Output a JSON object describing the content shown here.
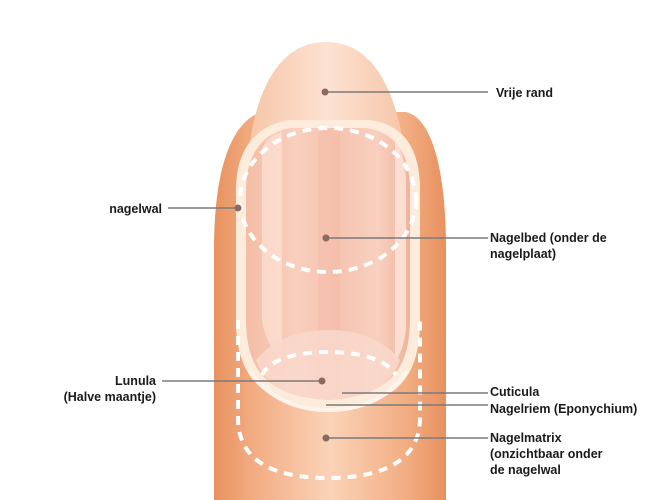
{
  "labels": {
    "vrije_rand": "Vrije rand",
    "nagelwal": "nagelwal",
    "nagelbed_line1": "Nagelbed (onder de",
    "nagelbed_line2": "nagelplaat)",
    "lunula_line1": "Lunula",
    "lunula_line2": "(Halve maantje)",
    "cuticula": "Cuticula",
    "nagelriem": "Nagelriem (Eponychium)",
    "nagelmatrix_line1": "Nagelmatrix",
    "nagelmatrix_line2": "(onzichtbaar onder",
    "nagelmatrix_line3": "de nagelwal"
  },
  "colors": {
    "skin_dark": "#ec9f74",
    "skin_mid": "#f5bd98",
    "skin_light": "#fbd9c2",
    "nail_plate": "#f7c9b5",
    "nail_highlight": "#fde6dc",
    "fold_rim": "#fdf0e6",
    "pointer_line": "#7a7a7a",
    "pointer_dot": "#8a6a60",
    "dash": "#ffffff"
  }
}
